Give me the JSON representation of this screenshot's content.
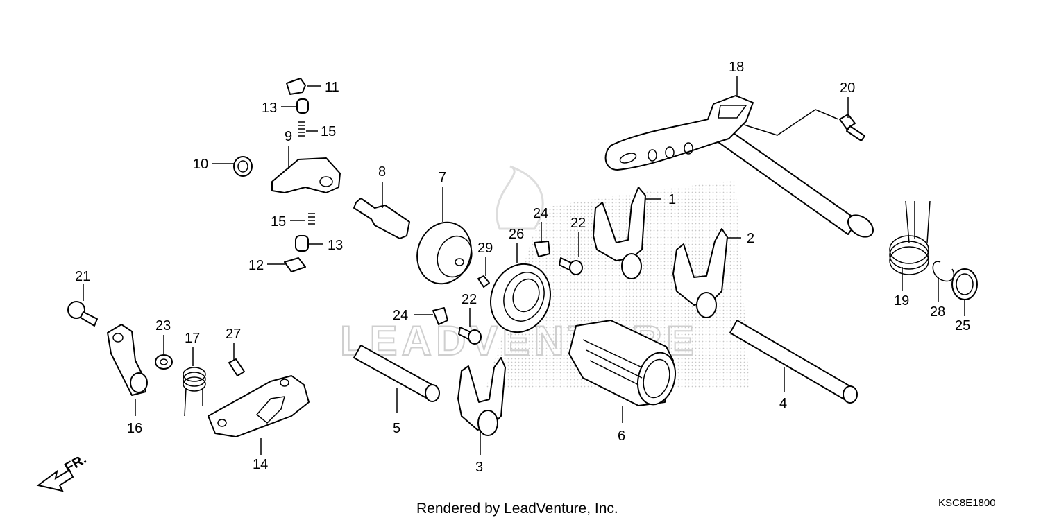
{
  "diagram": {
    "callouts": [
      {
        "id": "c1",
        "text": "1"
      },
      {
        "id": "c2",
        "text": "2"
      },
      {
        "id": "c3",
        "text": "3"
      },
      {
        "id": "c4",
        "text": "4"
      },
      {
        "id": "c5",
        "text": "5"
      },
      {
        "id": "c6",
        "text": "6"
      },
      {
        "id": "c7",
        "text": "7"
      },
      {
        "id": "c8",
        "text": "8"
      },
      {
        "id": "c9",
        "text": "9"
      },
      {
        "id": "c10",
        "text": "10"
      },
      {
        "id": "c11",
        "text": "11"
      },
      {
        "id": "c12",
        "text": "12"
      },
      {
        "id": "c13a",
        "text": "13"
      },
      {
        "id": "c13b",
        "text": "13"
      },
      {
        "id": "c14",
        "text": "14"
      },
      {
        "id": "c15a",
        "text": "15"
      },
      {
        "id": "c15b",
        "text": "15"
      },
      {
        "id": "c16",
        "text": "16"
      },
      {
        "id": "c17",
        "text": "17"
      },
      {
        "id": "c18",
        "text": "18"
      },
      {
        "id": "c19",
        "text": "19"
      },
      {
        "id": "c20",
        "text": "20"
      },
      {
        "id": "c21",
        "text": "21"
      },
      {
        "id": "c22a",
        "text": "22"
      },
      {
        "id": "c22b",
        "text": "22"
      },
      {
        "id": "c23",
        "text": "23"
      },
      {
        "id": "c24a",
        "text": "24"
      },
      {
        "id": "c24b",
        "text": "24"
      },
      {
        "id": "c25",
        "text": "25"
      },
      {
        "id": "c26",
        "text": "26"
      },
      {
        "id": "c27",
        "text": "27"
      },
      {
        "id": "c28",
        "text": "28"
      },
      {
        "id": "c29",
        "text": "29"
      }
    ],
    "front_marker": "FR.",
    "watermark": "LEADVENTURE",
    "footer": "Rendered by LeadVenture, Inc.",
    "diagram_code": "KSC8E1800"
  }
}
